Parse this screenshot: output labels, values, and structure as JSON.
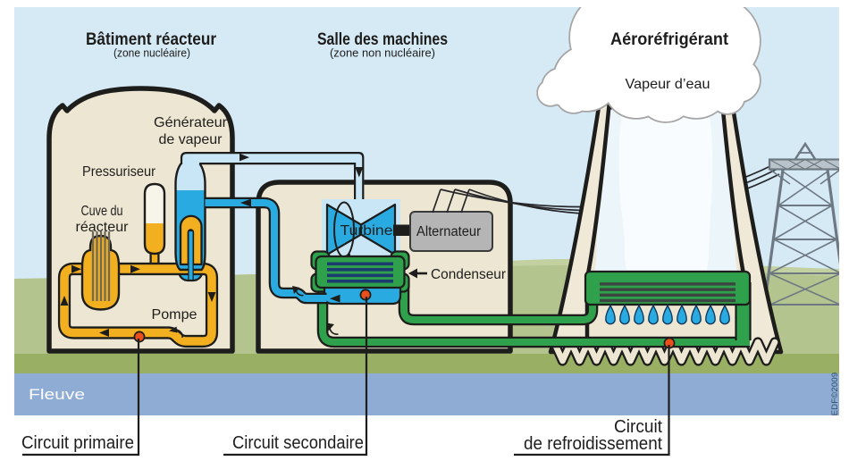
{
  "sections": {
    "reactor_building": {
      "title": "Bâtiment réacteur",
      "subtitle": "(zone nucléaire)"
    },
    "machine_hall": {
      "title": "Salle des machines",
      "subtitle": "(zone non nucléaire)"
    },
    "cooling_tower": {
      "title": "Aéroréfrigérant"
    }
  },
  "component_labels": {
    "steam_generator_line1": "Générateur",
    "steam_generator_line2": "de vapeur",
    "pressurizer": "Pressuriseur",
    "reactor_vessel_line1": "Cuve du",
    "reactor_vessel_line2": "réacteur",
    "pump": "Pompe",
    "turbine": "Turbine",
    "alternator": "Alternateur",
    "condenser": "Condenseur",
    "water_vapor": "Vapeur d’eau",
    "river": "Fleuve"
  },
  "circuit_labels": {
    "primary": "Circuit primaire",
    "secondary": "Circuit secondaire",
    "cooling_line1": "Circuit",
    "cooling_line2": "de refroidissement"
  },
  "credit": "EDF©2009",
  "colors": {
    "sky": "#d6eaf6",
    "grass": "#b3c48e",
    "far_hill": "#c2d19f",
    "ground_band": "#98af64",
    "river": "#8facd4",
    "building": "#ede6d2",
    "outline": "#1d1d1b",
    "primary_yellow": "#f2af20",
    "secondary_cyan": "#29abe2",
    "steam_light_blue": "#c9e6f6",
    "cooling_green": "#2fa04c",
    "condenser_tubes_navy": "#1c3b6e",
    "alternator_gray": "#b5b5b5",
    "dot_red": "#e94e1b",
    "cloud_outline": "#a5a5a5"
  }
}
